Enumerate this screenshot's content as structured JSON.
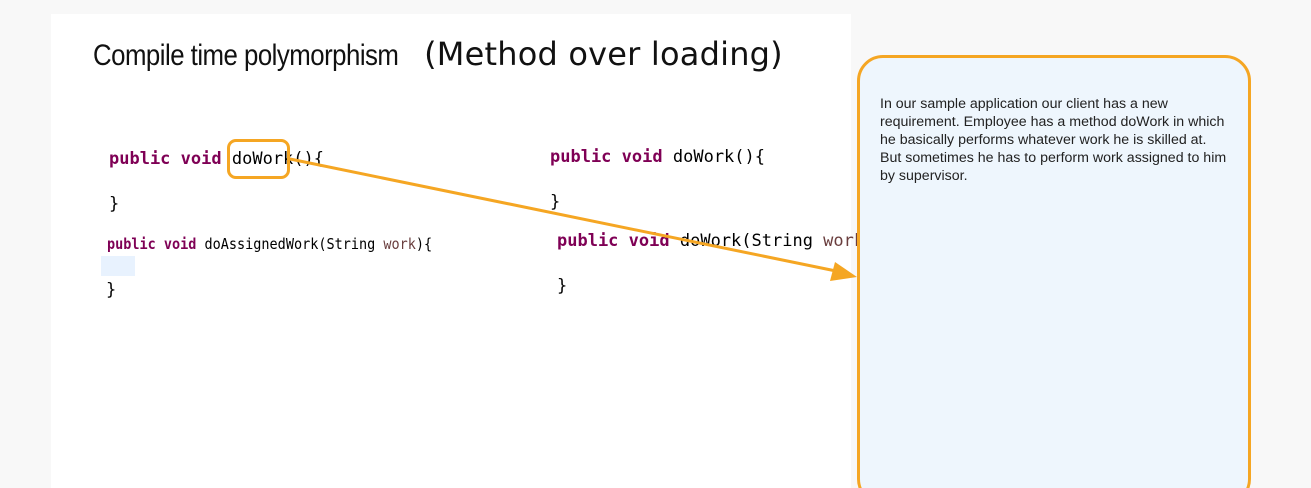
{
  "slide": {
    "title_part1": "Compile time polymorphism",
    "title_part2": "(Method over loading)"
  },
  "left_code": {
    "line1": {
      "kw1": "public",
      "kw2": "void",
      "name": "doWork",
      "rest": "(){"
    },
    "close1": "}",
    "line2": {
      "kw1": "public",
      "kw2": "void",
      "name": "doAssignedWork(String ",
      "param": "work",
      "rest": "){"
    },
    "close2": "}"
  },
  "right_code": {
    "line1": {
      "kw1": "public",
      "kw2": "void",
      "name": "doWork(){"
    },
    "close1": "}",
    "line2": {
      "kw1": "public",
      "kw2": "void",
      "name": "doWork(String ",
      "param": "work",
      "rest": "){"
    },
    "close2": "}"
  },
  "note": {
    "text": "In our sample application our client has a new requirement. Employee has a method doWork in which he basically performs whatever work he is skilled at. But sometimes he has to perform work assigned to him by supervisor."
  },
  "colors": {
    "accent": "#f5a623",
    "keyword": "#7f0055",
    "param": "#6a3e3e",
    "note_bg": "#eef6fd"
  }
}
